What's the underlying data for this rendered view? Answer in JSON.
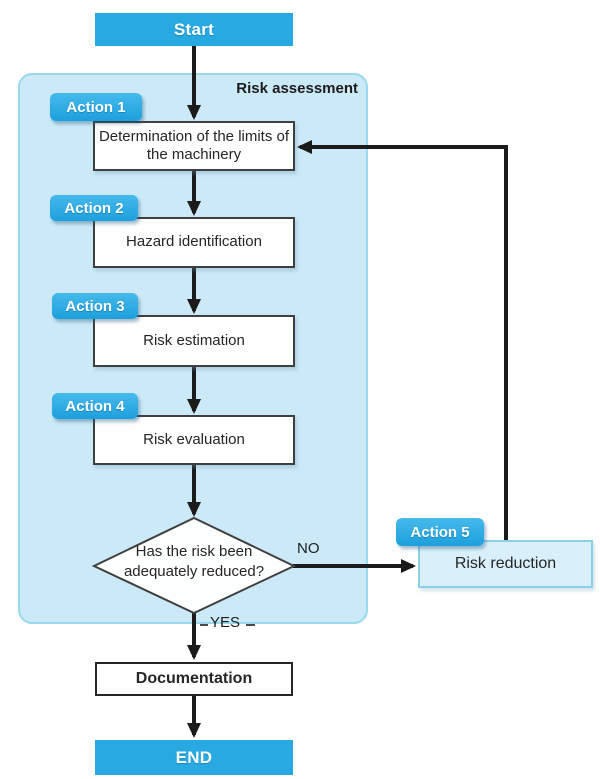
{
  "palette": {
    "accent_blue": "#29a9e1",
    "container_fill": "#cbe9f6",
    "container_border": "#9ad8ec",
    "process_fill": "#fefefe",
    "process_border": "#3f3f3f",
    "reduction_fill": "#d9f0fa",
    "reduction_border": "#8ccfec",
    "arrow_color": "#1b1b1b"
  },
  "flowchart": {
    "start_label": "Start",
    "container_title": "Risk assessment",
    "action_tags": [
      "Action 1",
      "Action 2",
      "Action 3",
      "Action 4",
      "Action 5"
    ],
    "steps": {
      "determine_limits": "Determination of the limits of the machinery",
      "hazard_identification": "Hazard identification",
      "risk_estimation": "Risk estimation",
      "risk_evaluation": "Risk evaluation",
      "risk_reduction": "Risk reduction",
      "documentation": "Documentation"
    },
    "decision": {
      "question": "Has the risk been adequately reduced?",
      "no_label": "NO",
      "yes_label": "YES"
    },
    "end_label": "END"
  }
}
